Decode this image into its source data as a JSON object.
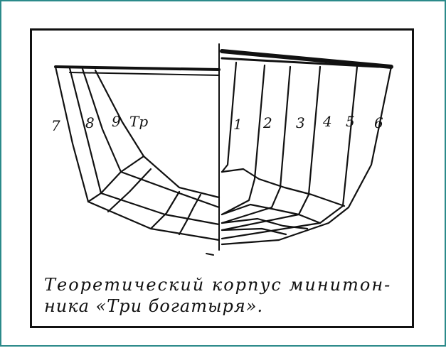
{
  "figure": {
    "station_labels_left": [
      "7",
      "8",
      "9",
      "Тр"
    ],
    "station_labels_right": [
      "1",
      "2",
      "3",
      "4",
      "5",
      "6"
    ],
    "caption_line1": "Теоретический корпус минитон-",
    "caption_line2": "ника «Три богатыря»."
  },
  "colors": {
    "ink": "#111111",
    "outer_border": "#2b8a8a"
  }
}
